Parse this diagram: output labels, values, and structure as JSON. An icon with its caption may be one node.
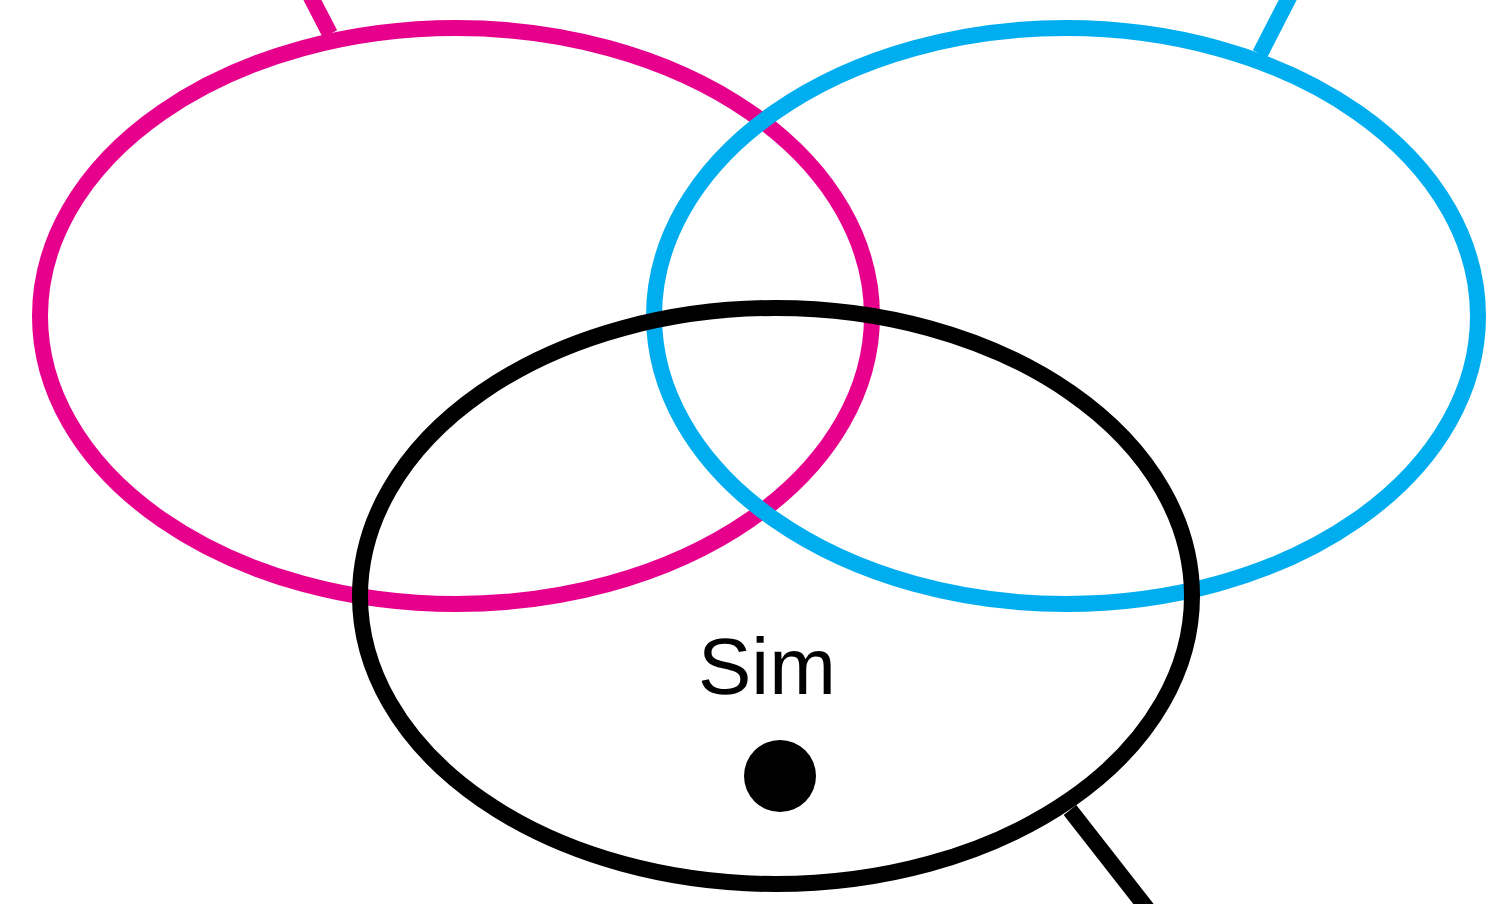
{
  "diagram": {
    "nodes": [
      {
        "text": [],
        "shape": "ellipse"
      },
      {
        "text": [],
        "shape": "ellipse"
      },
      {
        "text": [],
        "shape": "ellipse"
      },
      {
        "text": [],
        "shape": "dot",
        "in": 2,
        "beside": [
          "Sim"
        ]
      }
    ],
    "edges": [
      {
        "from": null,
        "to": 0,
        "arrow": "none",
        "color": "#e6008c"
      },
      {
        "from": null,
        "to": 1,
        "arrow": "none",
        "color": "#00aeef"
      },
      {
        "from": null,
        "to": 2,
        "arrow": "none",
        "color": "#000000"
      }
    ]
  }
}
